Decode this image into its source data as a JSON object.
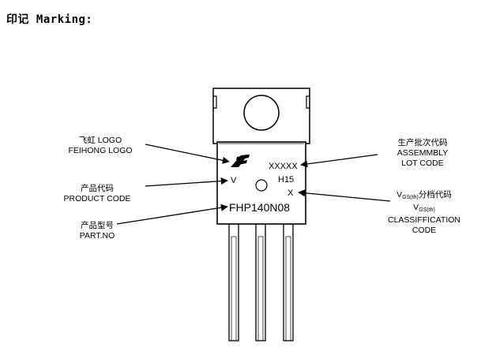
{
  "heading": "印记 Marking:",
  "package": {
    "lot_code": "XXXXX",
    "date_code": "H15",
    "class_code": "X",
    "product_code": "V",
    "part_number": "FHP140N08"
  },
  "callouts": {
    "logo": {
      "line1": "飞虹 LOGO",
      "line2": "FEIHONG LOGO"
    },
    "product_code": {
      "line1": "产品代码",
      "line2": "PRODUCT CODE"
    },
    "part_no": {
      "line1": "产品型号",
      "line2": "PART.NO"
    },
    "lot": {
      "line1": "生产批次代码",
      "line2": "ASSEMMBLY",
      "line3": "LOT CODE"
    },
    "vgs": {
      "prefix": "V",
      "sub": "GS(th)",
      "suffix": "分档代码",
      "prefix2": "V",
      "sub2": "GS(th)",
      "line3": "CLASSIFFICATION",
      "line4": "CODE"
    }
  }
}
